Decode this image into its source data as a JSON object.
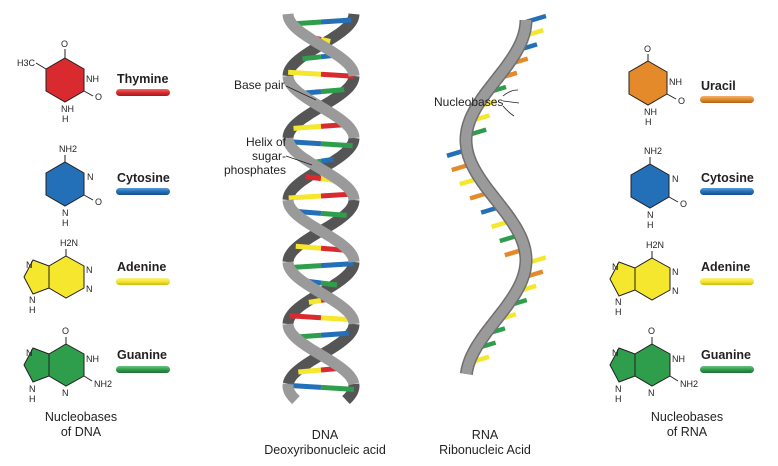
{
  "dna_bases": [
    {
      "name": "Thymine",
      "color": "#d92b2f"
    },
    {
      "name": "Cytosine",
      "color": "#2370b8"
    },
    {
      "name": "Adenine",
      "color": "#f5e72e"
    },
    {
      "name": "Guanine",
      "color": "#2f9e4c"
    }
  ],
  "rna_bases": [
    {
      "name": "Uracil",
      "color": "#e58a2b"
    },
    {
      "name": "Cytosine",
      "color": "#2370b8"
    },
    {
      "name": "Adenine",
      "color": "#f5e72e"
    },
    {
      "name": "Guanine",
      "color": "#2f9e4c"
    }
  ],
  "captions": {
    "dna_left_1": "Nucleobases",
    "dna_left_2": "of DNA",
    "rna_right_1": "Nucleobases",
    "rna_right_2": "of RNA",
    "dna_1": "DNA",
    "dna_2": "Deoxyribonucleic acid",
    "rna_1": "RNA",
    "rna_2": "Ribonucleic Acid"
  },
  "annotations": {
    "base_pair": "Base pair",
    "helix_1": "Helix of",
    "helix_2": "sugar-phosphates",
    "nucleobases": "Nucleobases"
  },
  "atoms": {
    "o": "O",
    "nh": "NH",
    "n": "N",
    "h": "H",
    "h3c": "H3C",
    "nh2": "NH2",
    "h2n": "H2N"
  },
  "backbone_color": "#9a9a9a"
}
